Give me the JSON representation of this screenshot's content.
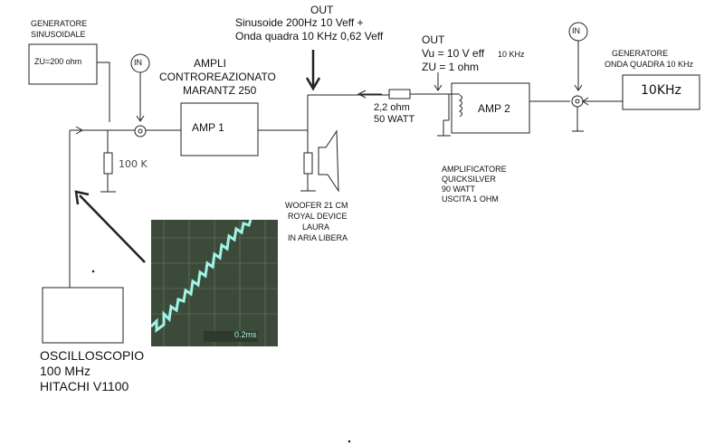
{
  "labels": {
    "gen_sine_title_1": "GENERATORE",
    "gen_sine_title_2": "SINUSOIDALE",
    "gen_sine_box": "ZU=200 ohm",
    "in_symbol": "IN",
    "ampli_1": "AMPLI",
    "ampli_2": "CONTROREAZIONATO",
    "ampli_3": "MARANTZ 250",
    "amp1": "AMP 1",
    "out_1_title": "OUT",
    "out_1_line1": "Sinusoide 200Hz 10 Veff  +",
    "out_1_line2": "Onda quadra 10 KHz 0,62 Veff",
    "out_2_title": "OUT",
    "out_2_line1": "Vu = 10 V eff",
    "out_2_line1_sub": "10 KHz",
    "out_2_line2": "ZU =  1 ohm",
    "resistor_ohm": "2,2 ohm",
    "resistor_watt": "50 WATT",
    "amp2": "AMP 2",
    "gen_square_1": "GENERATORE",
    "gen_square_2": "ONDA QUADRA 10 KHz",
    "gen_square_box": "10KHz",
    "amplificatore_1": "AMPLIFICATORE",
    "amplificatore_2": "QUICKSILVER",
    "amplificatore_3": "90 WATT",
    "amplificatore_4": "USCITA 1 OHM",
    "resistor_100k": "100 K",
    "woofer_1": "WOOFER 21 CM",
    "woofer_2": "ROYAL DEVICE",
    "woofer_3": "LAURA",
    "woofer_4": "IN ARIA LIBERA",
    "scope_1": "OSCILLOSCOPIO",
    "scope_2": "100 MHz",
    "scope_3": "HITACHI V1100",
    "photo_readout": "0.2ms"
  },
  "colors": {
    "trace": "#9ff5e6",
    "photo_bg": "#3c4a3a",
    "grid": "#7e8a78"
  }
}
